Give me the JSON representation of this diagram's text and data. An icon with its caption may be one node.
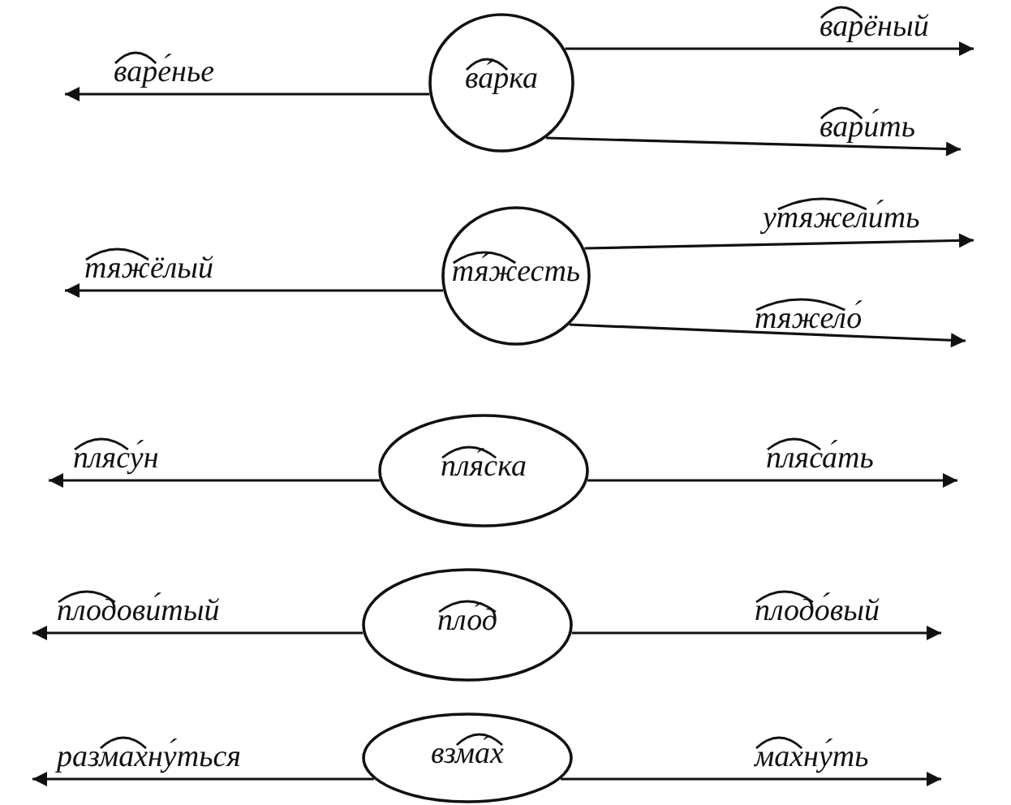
{
  "diagram": {
    "nodes": [
      {
        "text": [
          "ва́рка"
        ]
      },
      {
        "text": [
          "варёный"
        ]
      },
      {
        "text": [
          "варе́нье"
        ]
      },
      {
        "text": [
          "вари́ть"
        ]
      },
      {
        "text": [
          "тя́жесть"
        ]
      },
      {
        "text": [
          "утяжели́ть"
        ]
      },
      {
        "text": [
          "тяжёлый"
        ]
      },
      {
        "text": [
          "тяжело́"
        ]
      },
      {
        "text": [
          "пля́ска"
        ]
      },
      {
        "text": [
          "плясу́н"
        ]
      },
      {
        "text": [
          "пляса́ть"
        ]
      },
      {
        "text": [
          "пло́д"
        ]
      },
      {
        "text": [
          "плодови́тый"
        ]
      },
      {
        "text": [
          "плодо́вый"
        ]
      },
      {
        "text": [
          "взма́х"
        ]
      },
      {
        "text": [
          "размахну́ться"
        ]
      },
      {
        "text": [
          "махну́ть"
        ]
      }
    ],
    "edges": [
      {
        "from": 0,
        "to": 1,
        "arrow": "to"
      },
      {
        "from": 0,
        "to": 2,
        "arrow": "to"
      },
      {
        "from": 0,
        "to": 3,
        "arrow": "to"
      },
      {
        "from": 4,
        "to": 5,
        "arrow": "to"
      },
      {
        "from": 4,
        "to": 6,
        "arrow": "to"
      },
      {
        "from": 4,
        "to": 7,
        "arrow": "to"
      },
      {
        "from": 8,
        "to": 9,
        "arrow": "to"
      },
      {
        "from": 8,
        "to": 10,
        "arrow": "to"
      },
      {
        "from": 11,
        "to": 12,
        "arrow": "to"
      },
      {
        "from": 11,
        "to": 13,
        "arrow": "to"
      },
      {
        "from": 14,
        "to": 15,
        "arrow": "to"
      },
      {
        "from": 14,
        "to": 16,
        "arrow": "to"
      }
    ]
  }
}
